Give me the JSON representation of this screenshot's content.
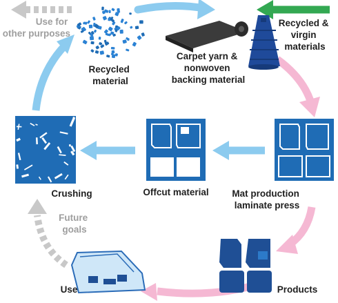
{
  "labels": {
    "recycled_material": [
      "Recycled",
      "material"
    ],
    "carpet_yarn": [
      "Carpet yarn &",
      "nonwoven",
      "backing material"
    ],
    "recycled_virgin": [
      "Recycled &",
      "virgin",
      "materials"
    ],
    "use_other": [
      "Use for",
      "other purposes"
    ],
    "crushing": "Crushing",
    "offcut": "Offcut material",
    "mat_production": [
      "Mat production",
      "laminate press"
    ],
    "future_goals": [
      "Future",
      "goals"
    ],
    "use": "Use",
    "products": "Products"
  },
  "colors": {
    "blue_arrow": "#8ccbef",
    "pink_arrow": "#f5b8d3",
    "green_arrow": "#33a852",
    "gray_dashed": "#c8c8c8",
    "mat_blue": "#1f6cb5",
    "dark_blue": "#1a4f9c"
  }
}
